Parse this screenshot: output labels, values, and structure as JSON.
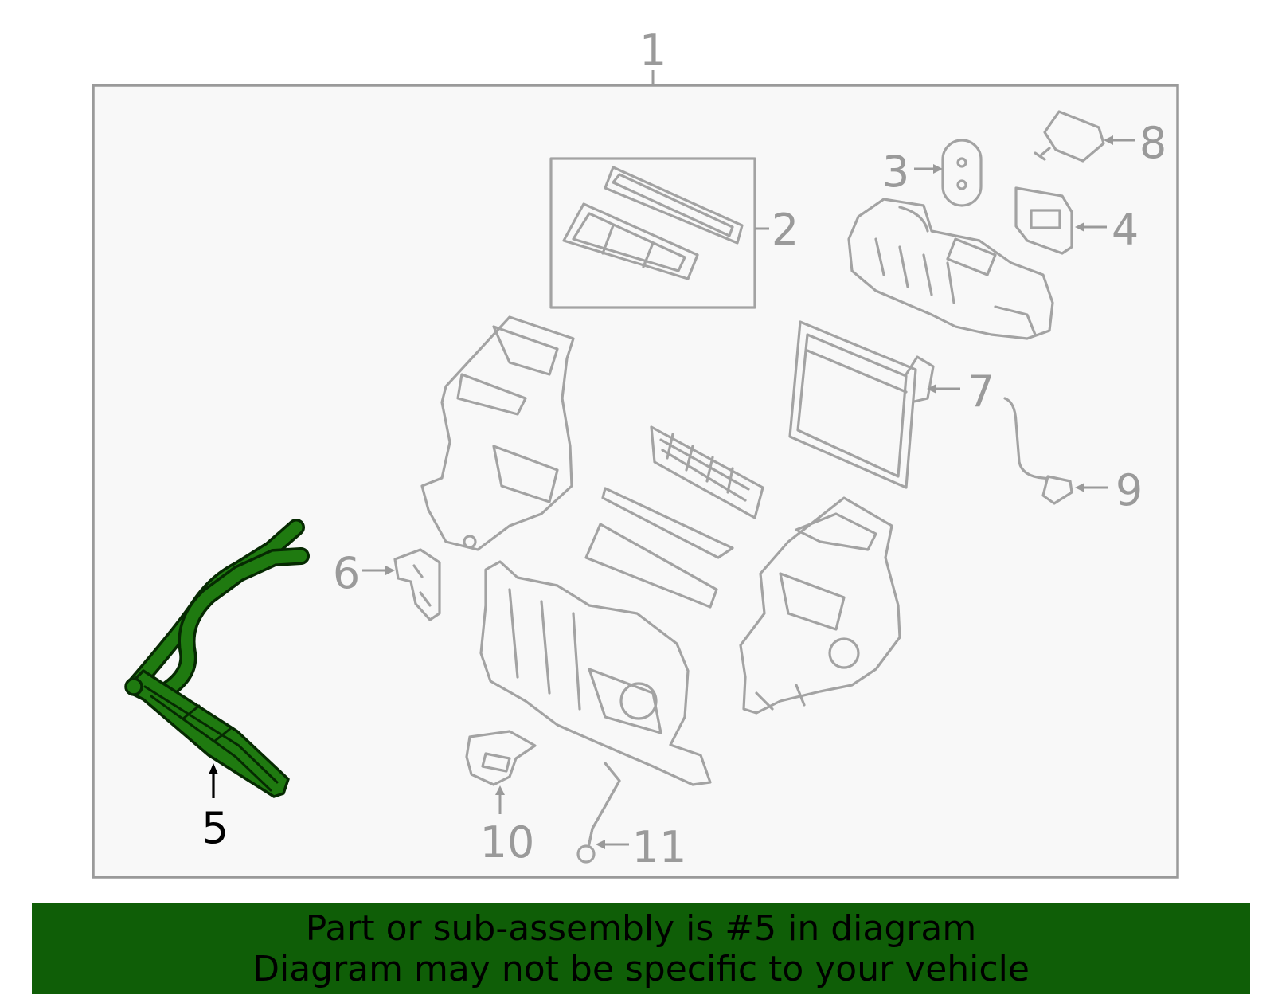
{
  "diagram": {
    "callouts": {
      "c1": "1",
      "c2": "2",
      "c3": "3",
      "c4": "4",
      "c5": "5",
      "c6": "6",
      "c7": "7",
      "c8": "8",
      "c9": "9",
      "c10": "10",
      "c11": "11"
    },
    "highlighted_part": "5",
    "colors": {
      "frame_stroke": "#9a9a9a",
      "frame_fill": "#f8f8f8",
      "part_stroke": "#a3a3a3",
      "highlight_fill": "#1f7a10",
      "highlight_stroke": "#062a02"
    }
  },
  "banner": {
    "line1": "Part or sub-assembly is #5 in diagram",
    "line2": "Diagram may not be specific to your vehicle",
    "background": "#0f5e07"
  }
}
